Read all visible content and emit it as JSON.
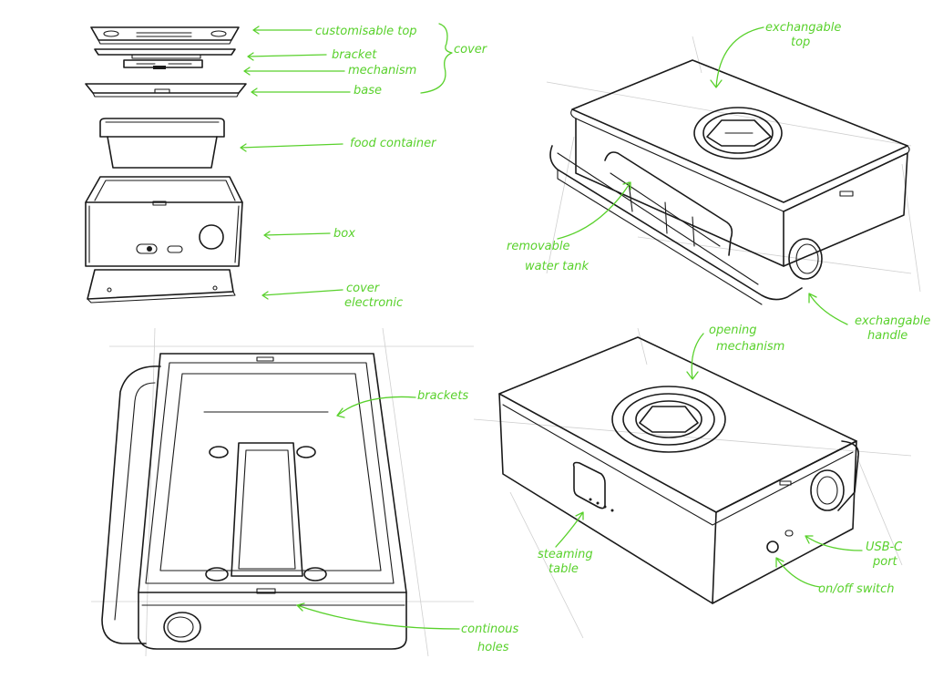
{
  "labels": {
    "customisable_top": "customisable top",
    "bracket": "bracket",
    "mechanism": "mechanism",
    "base": "base",
    "cover": "cover",
    "food_container": "food container",
    "box": "box",
    "cover_electronic_line1": "cover",
    "cover_electronic_line2": "electronic",
    "exchangable_top_line1": "exchangable",
    "exchangable_top_line2": "top",
    "removable_water_tank_line1": "removable",
    "removable_water_tank_line2": "water tank",
    "exchangable_handle_line1": "exchangable",
    "exchangable_handle_line2": "handle",
    "opening_mechanism_line1": "opening",
    "opening_mechanism_line2": "mechanism",
    "brackets": "brackets",
    "steaming_table_line1": "steaming",
    "steaming_table_line2": "table",
    "usb_c_port_line1": "USB-C",
    "usb_c_port_line2": "port",
    "on_off_switch": "on/off switch",
    "continous_holes_line1": "continous",
    "continous_holes_line2": "holes"
  },
  "colors": {
    "annotation": "#59d12c",
    "ink": "#1a1a1a",
    "construction_lines": "#cfcfcf",
    "paper": "#ffffff"
  }
}
